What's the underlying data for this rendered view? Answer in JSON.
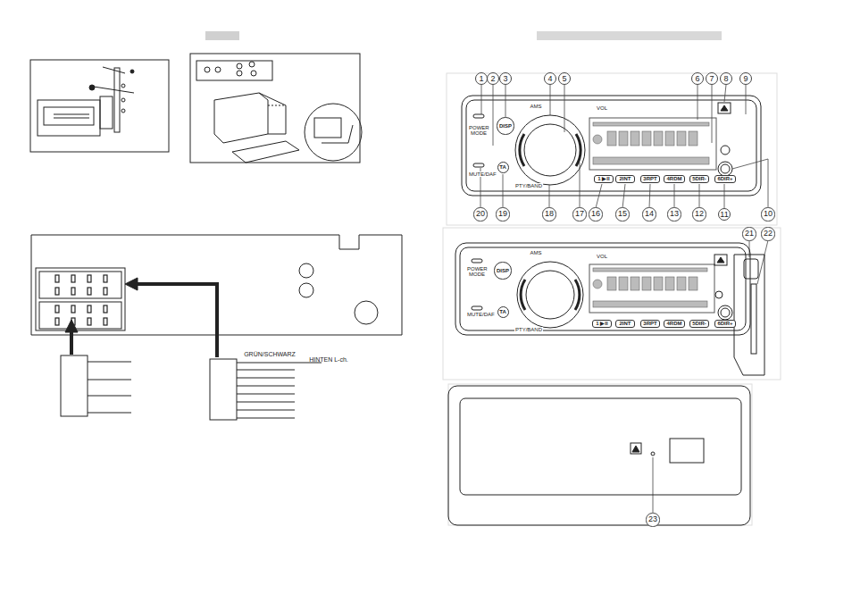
{
  "diagram": {
    "nodes": [
      {
        "text": [
          "1"
        ]
      },
      {
        "text": [
          "2"
        ]
      },
      {
        "text": [
          "3"
        ]
      },
      {
        "text": [
          "4"
        ]
      },
      {
        "text": [
          "5"
        ]
      },
      {
        "text": [
          "6"
        ]
      },
      {
        "text": [
          "7"
        ]
      },
      {
        "text": [
          "8"
        ]
      },
      {
        "text": [
          "9"
        ]
      },
      {
        "text": [
          "10"
        ]
      },
      {
        "text": [
          "11"
        ]
      },
      {
        "text": [
          "12"
        ]
      },
      {
        "text": [
          "13"
        ]
      },
      {
        "text": [
          "14"
        ]
      },
      {
        "text": [
          "15"
        ]
      },
      {
        "text": [
          "16"
        ]
      },
      {
        "text": [
          "17"
        ]
      },
      {
        "text": [
          "18"
        ]
      },
      {
        "text": [
          "19"
        ]
      },
      {
        "text": [
          "20"
        ]
      },
      {
        "text": [
          "21"
        ]
      },
      {
        "text": [
          "22"
        ]
      },
      {
        "text": [
          "23"
        ]
      },
      {
        "text": [
          "DISP"
        ]
      },
      {
        "text": [
          "TA"
        ]
      },
      {
        "text": [
          "1 ▶II"
        ]
      },
      {
        "text": [
          "2INT"
        ]
      },
      {
        "text": [
          "3RPT"
        ]
      },
      {
        "text": [
          "4RDM"
        ]
      },
      {
        "text": [
          "5DIR-"
        ]
      },
      {
        "text": [
          "6DIR+"
        ]
      },
      {
        "text": [
          "DISP"
        ]
      },
      {
        "text": [
          "TA"
        ]
      },
      {
        "text": [
          "1 ▶II"
        ]
      },
      {
        "text": [
          "2INT"
        ]
      },
      {
        "text": [
          "3RPT"
        ]
      },
      {
        "text": [
          "4RDM"
        ]
      },
      {
        "text": [
          "5DIR-"
        ]
      },
      {
        "text": [
          "6DIR+"
        ]
      }
    ],
    "labels": [
      "AMS",
      "VOL",
      "PTY/BAND",
      "POWER MODE",
      "MUTE/DAF",
      "AMS",
      "VOL",
      "PTY/BAND",
      "POWER MODE",
      "MUTE/DAF",
      "GRÜN/SCHWARZ",
      "HINTEN L-ch."
    ]
  }
}
